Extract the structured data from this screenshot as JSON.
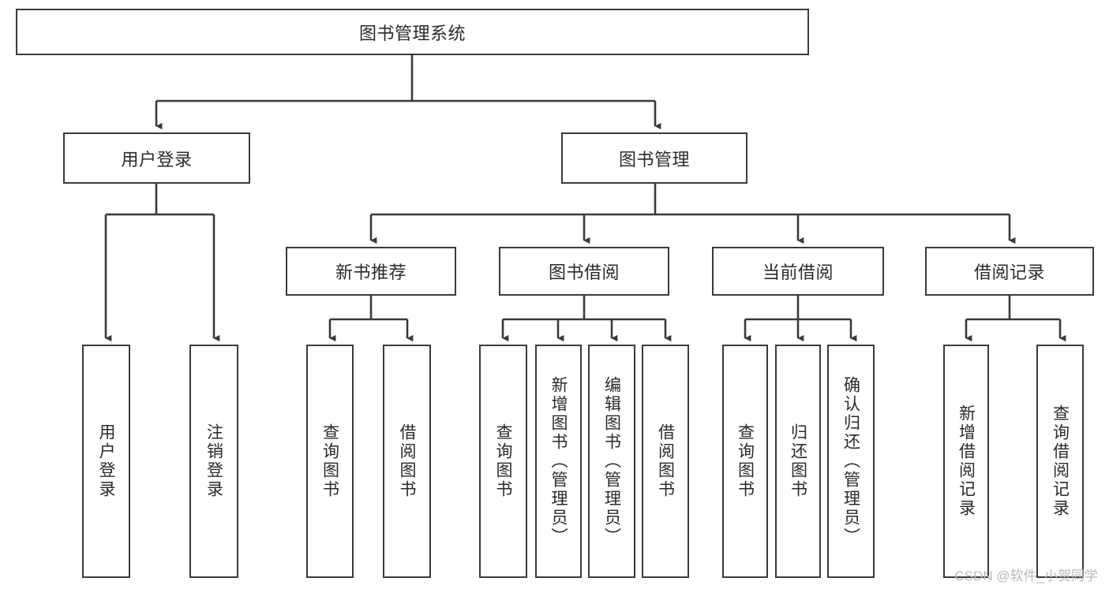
{
  "diagram": {
    "title": "图书管理系统",
    "watermark": "CSDN @软件_小贺同学",
    "root": {
      "label": "图书管理系统"
    },
    "level2": [
      {
        "label": "用户登录"
      },
      {
        "label": "图书管理"
      }
    ],
    "level3": [
      {
        "label": "新书推荐"
      },
      {
        "label": "图书借阅"
      },
      {
        "label": "当前借阅"
      },
      {
        "label": "借阅记录"
      }
    ],
    "leaves": [
      {
        "label": "用户登录"
      },
      {
        "label": "注销登录"
      },
      {
        "label": "查询图书"
      },
      {
        "label": "借阅图书"
      },
      {
        "label": "查询图书"
      },
      {
        "label": "新增图书（管理员）"
      },
      {
        "label": "编辑图书（管理员）"
      },
      {
        "label": "借阅图书"
      },
      {
        "label": "查询图书"
      },
      {
        "label": "归还图书"
      },
      {
        "label": "确认归还（管理员）"
      },
      {
        "label": "新增借阅记录"
      },
      {
        "label": "查询借阅记录"
      }
    ]
  }
}
